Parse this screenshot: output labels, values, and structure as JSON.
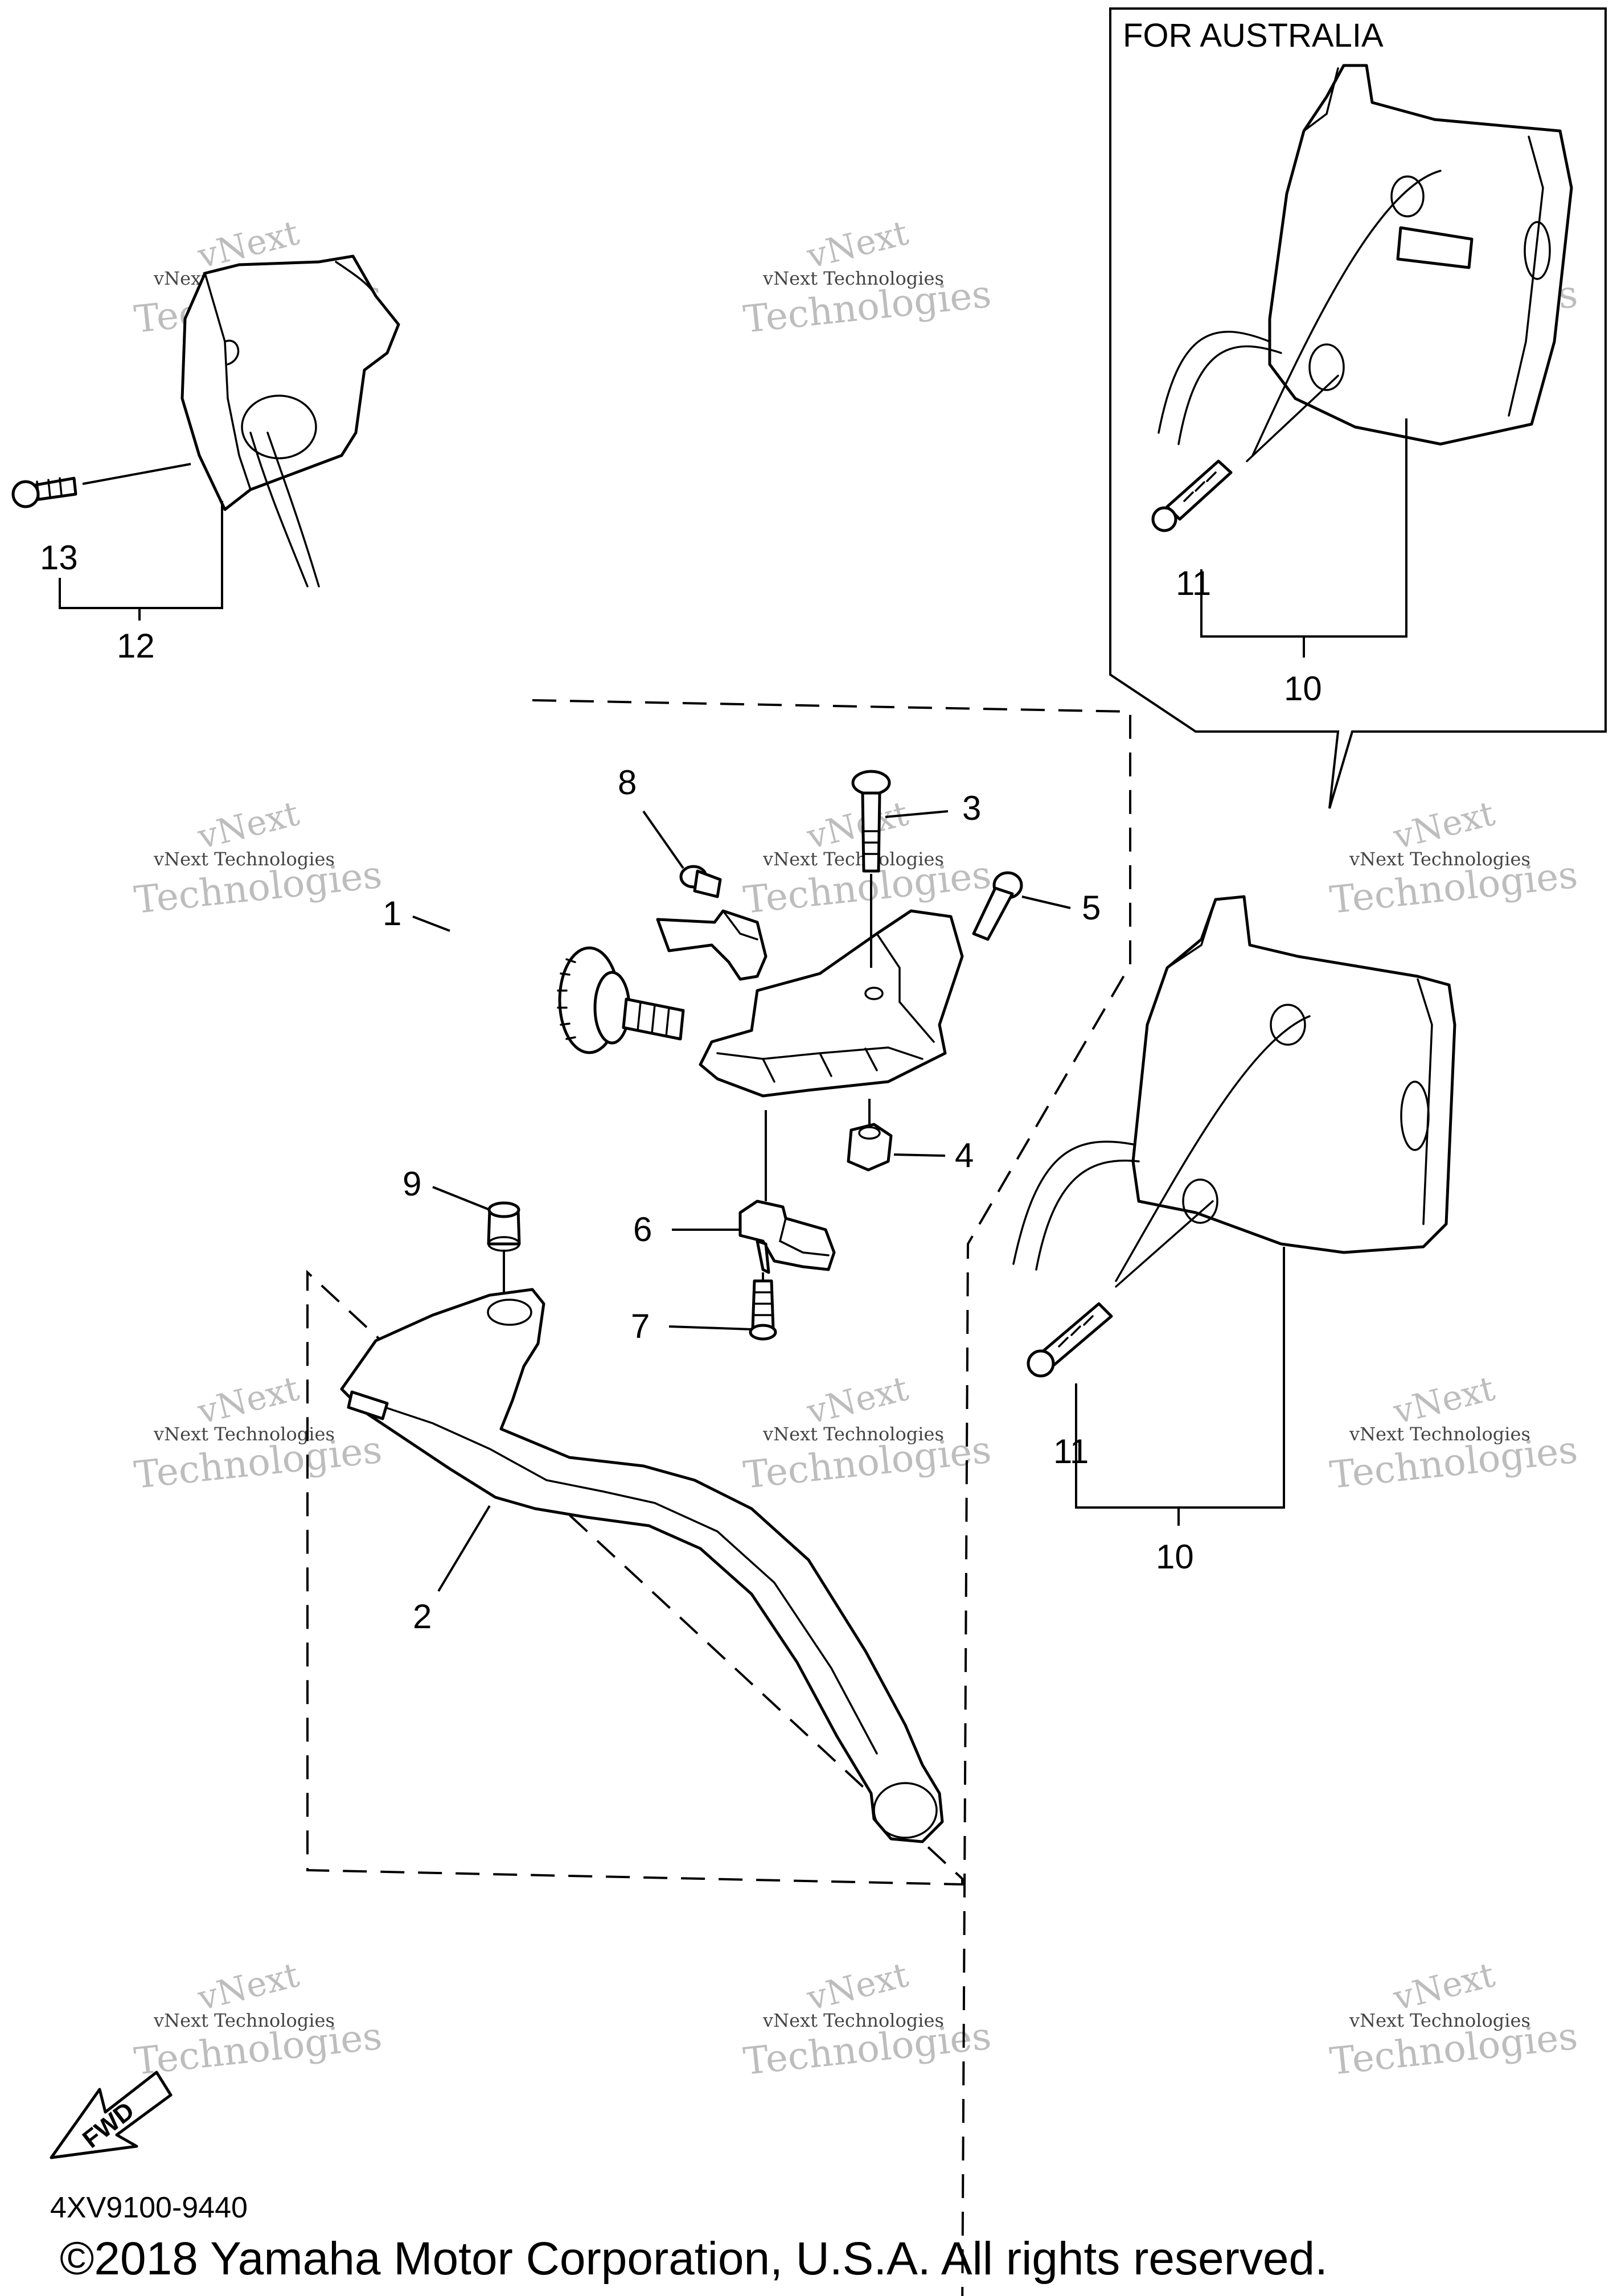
{
  "diagram": {
    "region_label": "FOR AUSTRALIA",
    "callouts": {
      "c1": "1",
      "c2": "2",
      "c3": "3",
      "c4": "4",
      "c5": "5",
      "c6": "6",
      "c7": "7",
      "c8": "8",
      "c9": "9",
      "c10_main": "10",
      "c11_main": "11",
      "c10_aus": "10",
      "c11_aus": "11",
      "c12": "12",
      "c13": "13"
    },
    "direction_label": "FWD",
    "diagram_code": "4XV9100-9440",
    "copyright": "©2018 Yamaha Motor Corporation, U.S.A. All rights reserved.",
    "watermark": {
      "line1": "vNext Technologies",
      "line2": "Technologies",
      "line3": "vNext"
    }
  }
}
